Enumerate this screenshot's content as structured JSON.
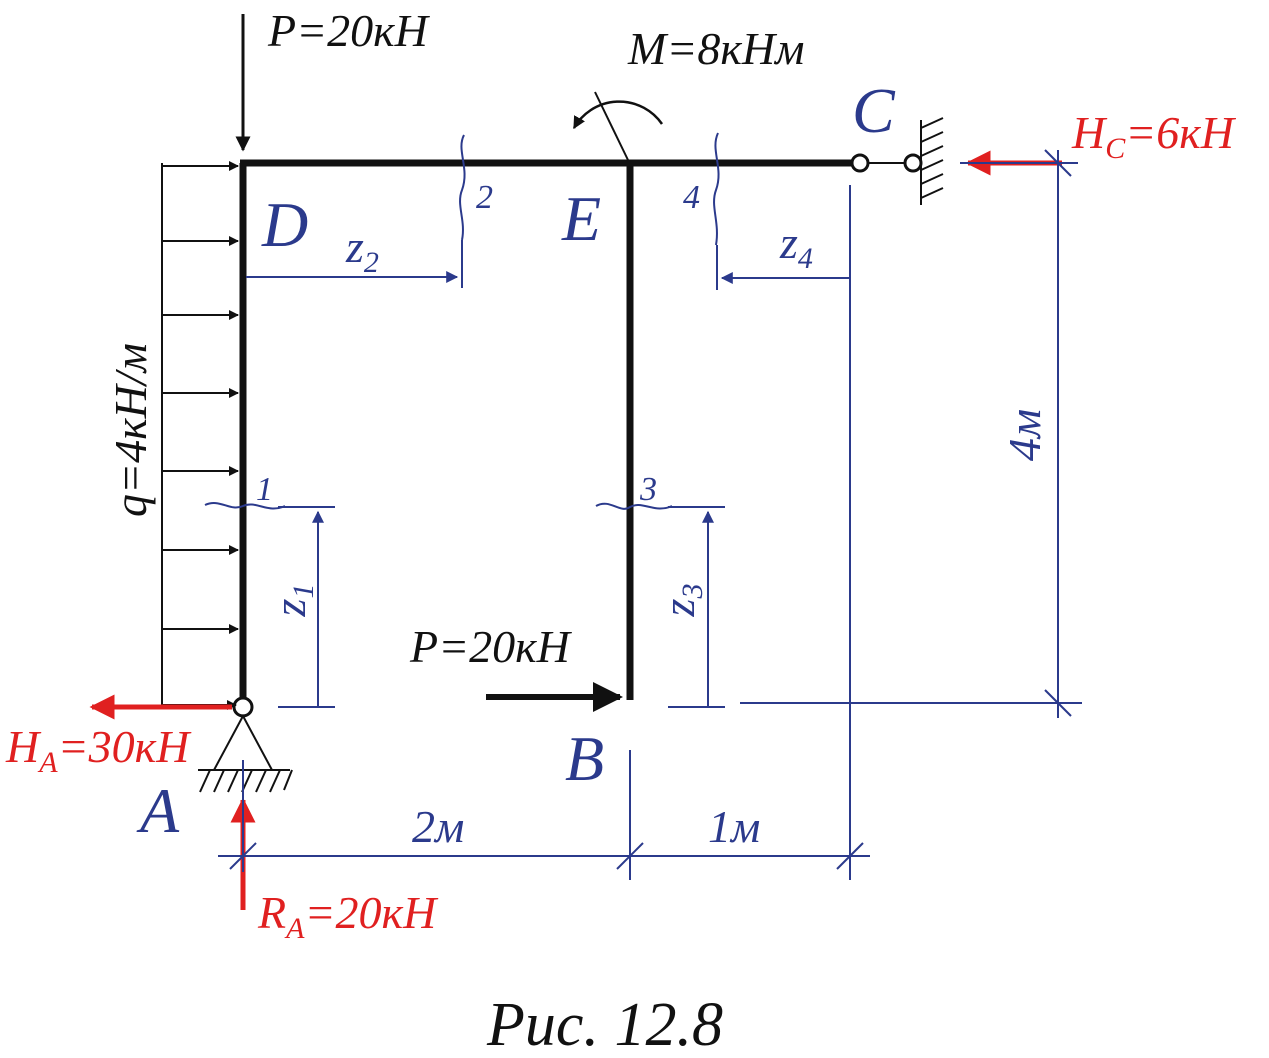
{
  "figure": {
    "load_P_top": "P=20кН",
    "load_P_bottom": "P=20кН",
    "moment_M": "M=8кНм",
    "dist_load_q": "q=4кН/м",
    "reaction_HC": {
      "main": "H",
      "sub": "C",
      "rest": "=6кН"
    },
    "reaction_HA": {
      "main": "H",
      "sub": "A",
      "rest": "=30кН"
    },
    "reaction_RA": {
      "main": "R",
      "sub": "A",
      "rest": "=20кН"
    },
    "node_A": "A",
    "node_B": "B",
    "node_C": "C",
    "node_D": "D",
    "node_E": "E",
    "section_1": "1",
    "section_2": "2",
    "section_3": "3",
    "section_4": "4",
    "coord_z1": {
      "main": "z",
      "sub": "1"
    },
    "coord_z2": {
      "main": "z",
      "sub": "2"
    },
    "coord_z3": {
      "main": "z",
      "sub": "3"
    },
    "coord_z4": {
      "main": "z",
      "sub": "4"
    },
    "dim_2m": "2м",
    "dim_1m": "1м",
    "dim_4m": "4м",
    "caption": "Рис. 12.8"
  },
  "colors": {
    "frame": "#111111",
    "reaction": "#e02020",
    "annotation": "#2b3a8c"
  }
}
